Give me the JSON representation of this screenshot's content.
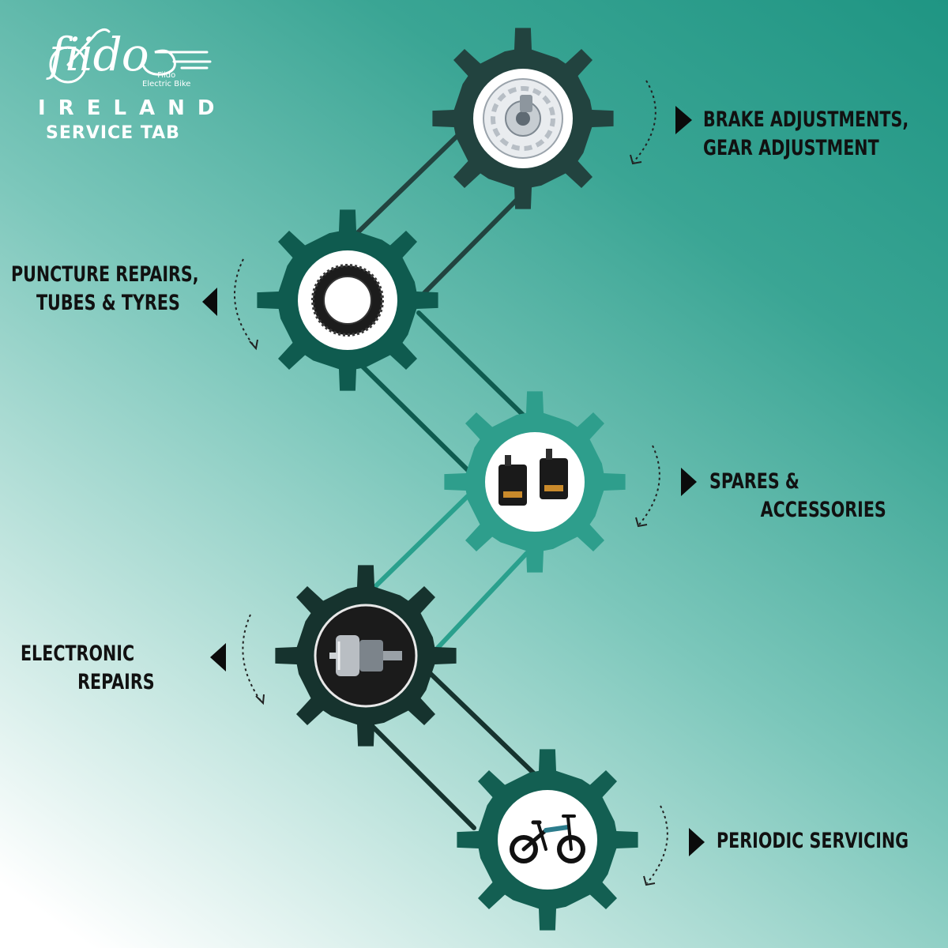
{
  "brand": {
    "logo_text": "fiido",
    "tagline_line1": "Fiido",
    "tagline_line2": "Electric Bike",
    "country": "IRELAND",
    "subtitle": "SERVICE TAB"
  },
  "colors": {
    "gear_dark_slate": "#22433f",
    "gear_deep_green": "#0f5b4f",
    "gear_teal": "#2e9e8c",
    "gear_black_green": "#16332e",
    "gear_green": "#135f52",
    "label_text": "#111111",
    "brand_text": "#ffffff"
  },
  "services": [
    {
      "line1": "BRAKE ADJUSTMENTS,",
      "line2": "GEAR ADJUSTMENT",
      "icon": "brake-disc-icon",
      "gear_color": "#22433f",
      "side": "right"
    },
    {
      "line1": "PUNCTURE REPAIRS,",
      "line2": "TUBES & TYRES",
      "icon": "tyre-icon",
      "gear_color": "#0f5b4f",
      "side": "left"
    },
    {
      "line1": "SPARES &",
      "line2": "ACCESSORIES",
      "icon": "pedals-icon",
      "gear_color": "#2e9e8c",
      "side": "right"
    },
    {
      "line1": "ELECTRONIC",
      "line2": "REPAIRS",
      "icon": "hub-motor-icon",
      "gear_color": "#16332e",
      "side": "left"
    },
    {
      "line1": "PERIODIC SERVICING",
      "line2": "",
      "icon": "folding-ebike-icon",
      "gear_color": "#135f52",
      "side": "right"
    }
  ]
}
